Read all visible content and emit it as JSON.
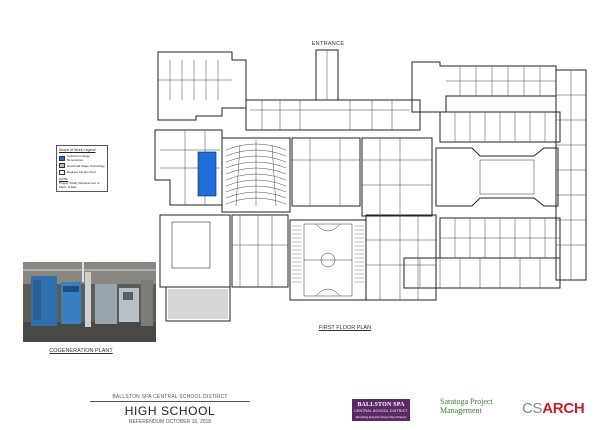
{
  "labels": {
    "entrance": "ENTRANCE",
    "first_floor_plan": "FIRST FLOOR PLAN",
    "cogeneration_plant": "COGENERATION PLANT"
  },
  "legend": {
    "title": "Scope of Work Legend",
    "items": [
      {
        "label": "Auditorium Stage Renovations",
        "color": "#1e6fd9"
      },
      {
        "label": "Overhead Stage Technology",
        "color": "#b9b9b9"
      },
      {
        "label": "Replace Kitchen Pool",
        "color": "#ffffff"
      }
    ],
    "note_title": "NOTE:",
    "note_text": "Project Totally Replacement of Mech. & Elec."
  },
  "footer": {
    "district": "BALLSTON SPA CENTRAL SCHOOL DISTRICT",
    "school": "HIGH SCHOOL",
    "referendum": "REFERENDUM OCTOBER 16, 2018"
  },
  "logos": {
    "ballston_line1": "BALLSTON SPA",
    "ballston_line2": "CENTRAL SCHOOL DISTRICT",
    "ballston_line3": "Educating Everyone Every Day Achieves",
    "saratoga_line1": "Saratoga Project",
    "saratoga_line2": "Management",
    "csarch_cs": "CS",
    "csarch_arch": "ARCH"
  },
  "colors": {
    "highlight_blue": "#1e6fd9",
    "ballston_purple": "#5b2a66",
    "saratoga_green": "#3b7a3b",
    "csarch_red": "#c8202a"
  }
}
